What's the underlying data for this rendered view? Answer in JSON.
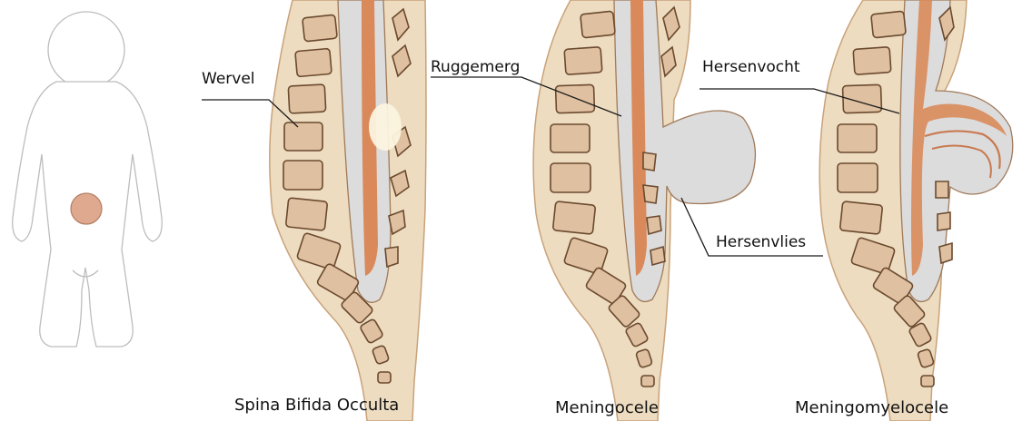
{
  "labels": {
    "wervel": "Wervel",
    "ruggemerg": "Ruggemerg",
    "hersenvocht": "Hersenvocht",
    "hersenvlies": "Hersenvlies"
  },
  "captions": {
    "occulta": "Spina Bifida Occulta",
    "meningocele": "Meningocele",
    "meningomyelocele": "Meningomyelocele"
  },
  "colors": {
    "skin": "#eddcc0",
    "skin_outline": "#c9a27a",
    "vertebra": "#dfc0a0",
    "vertebra_outline": "#6b4a2f",
    "spinal_cord": "#d9895a",
    "csf": "#dcdcdc",
    "membrane": "#a07a5a",
    "lesion": "#dea98e"
  }
}
